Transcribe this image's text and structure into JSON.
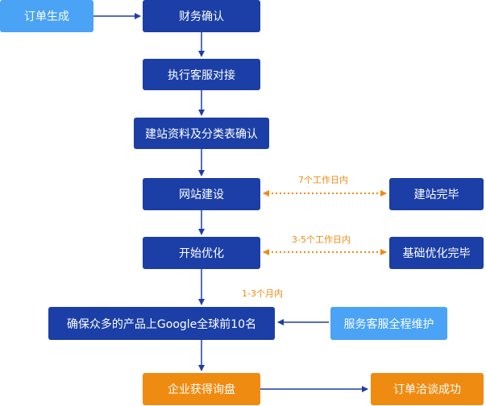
{
  "nodes": {
    "order_created": "订单生成",
    "finance_confirm": "财务确认",
    "service_connect": "执行客服对接",
    "materials_confirm": "建站资料及分类表确认",
    "site_build": "网站建设",
    "site_done": "建站完毕",
    "start_opt": "开始优化",
    "basic_opt_done": "基础优化完毕",
    "google_rank": "确保众多的产品上Google全球前10名",
    "full_service": "服务客服全程维护",
    "get_inquiry": "企业获得询盘",
    "deal_done": "订单洽谈成功"
  },
  "durations": {
    "build": "7个工作日内",
    "optimize": "3-5个工作日内",
    "rank": "1-3个月内"
  },
  "colors": {
    "primary": "#1b3fa6",
    "light": "#4aa3f5",
    "accent": "#f08b12"
  }
}
